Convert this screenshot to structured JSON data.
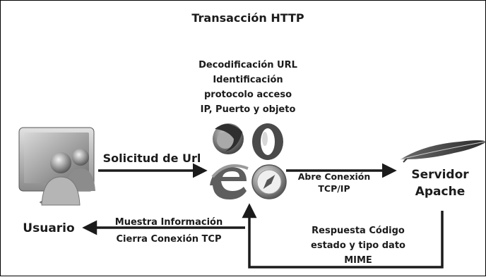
{
  "title": "Transacción HTTP",
  "browser_steps": [
    "Decodificación URL",
    "Identificación",
    "protocolo acceso",
    "IP, Puerto y objeto"
  ],
  "nodes": {
    "client": "Usuario",
    "server_line1": "Servidor",
    "server_line2": "Apache"
  },
  "edges": {
    "request": "Solicitud de Url",
    "connect_line1": "Abre Conexión",
    "connect_line2": "TCP/IP",
    "display_line1": "Muestra Información",
    "display_line2": "Cierra Conexión TCP",
    "response_line1": "Respuesta Código",
    "response_line2": "estado y tipo dato",
    "response_line3": "MIME"
  },
  "icons": {
    "client": "users-computer-icon",
    "browsers": [
      "firefox-icon",
      "opera-icon",
      "internet-explorer-icon",
      "safari-icon"
    ],
    "server": "apache-feather-icon"
  }
}
